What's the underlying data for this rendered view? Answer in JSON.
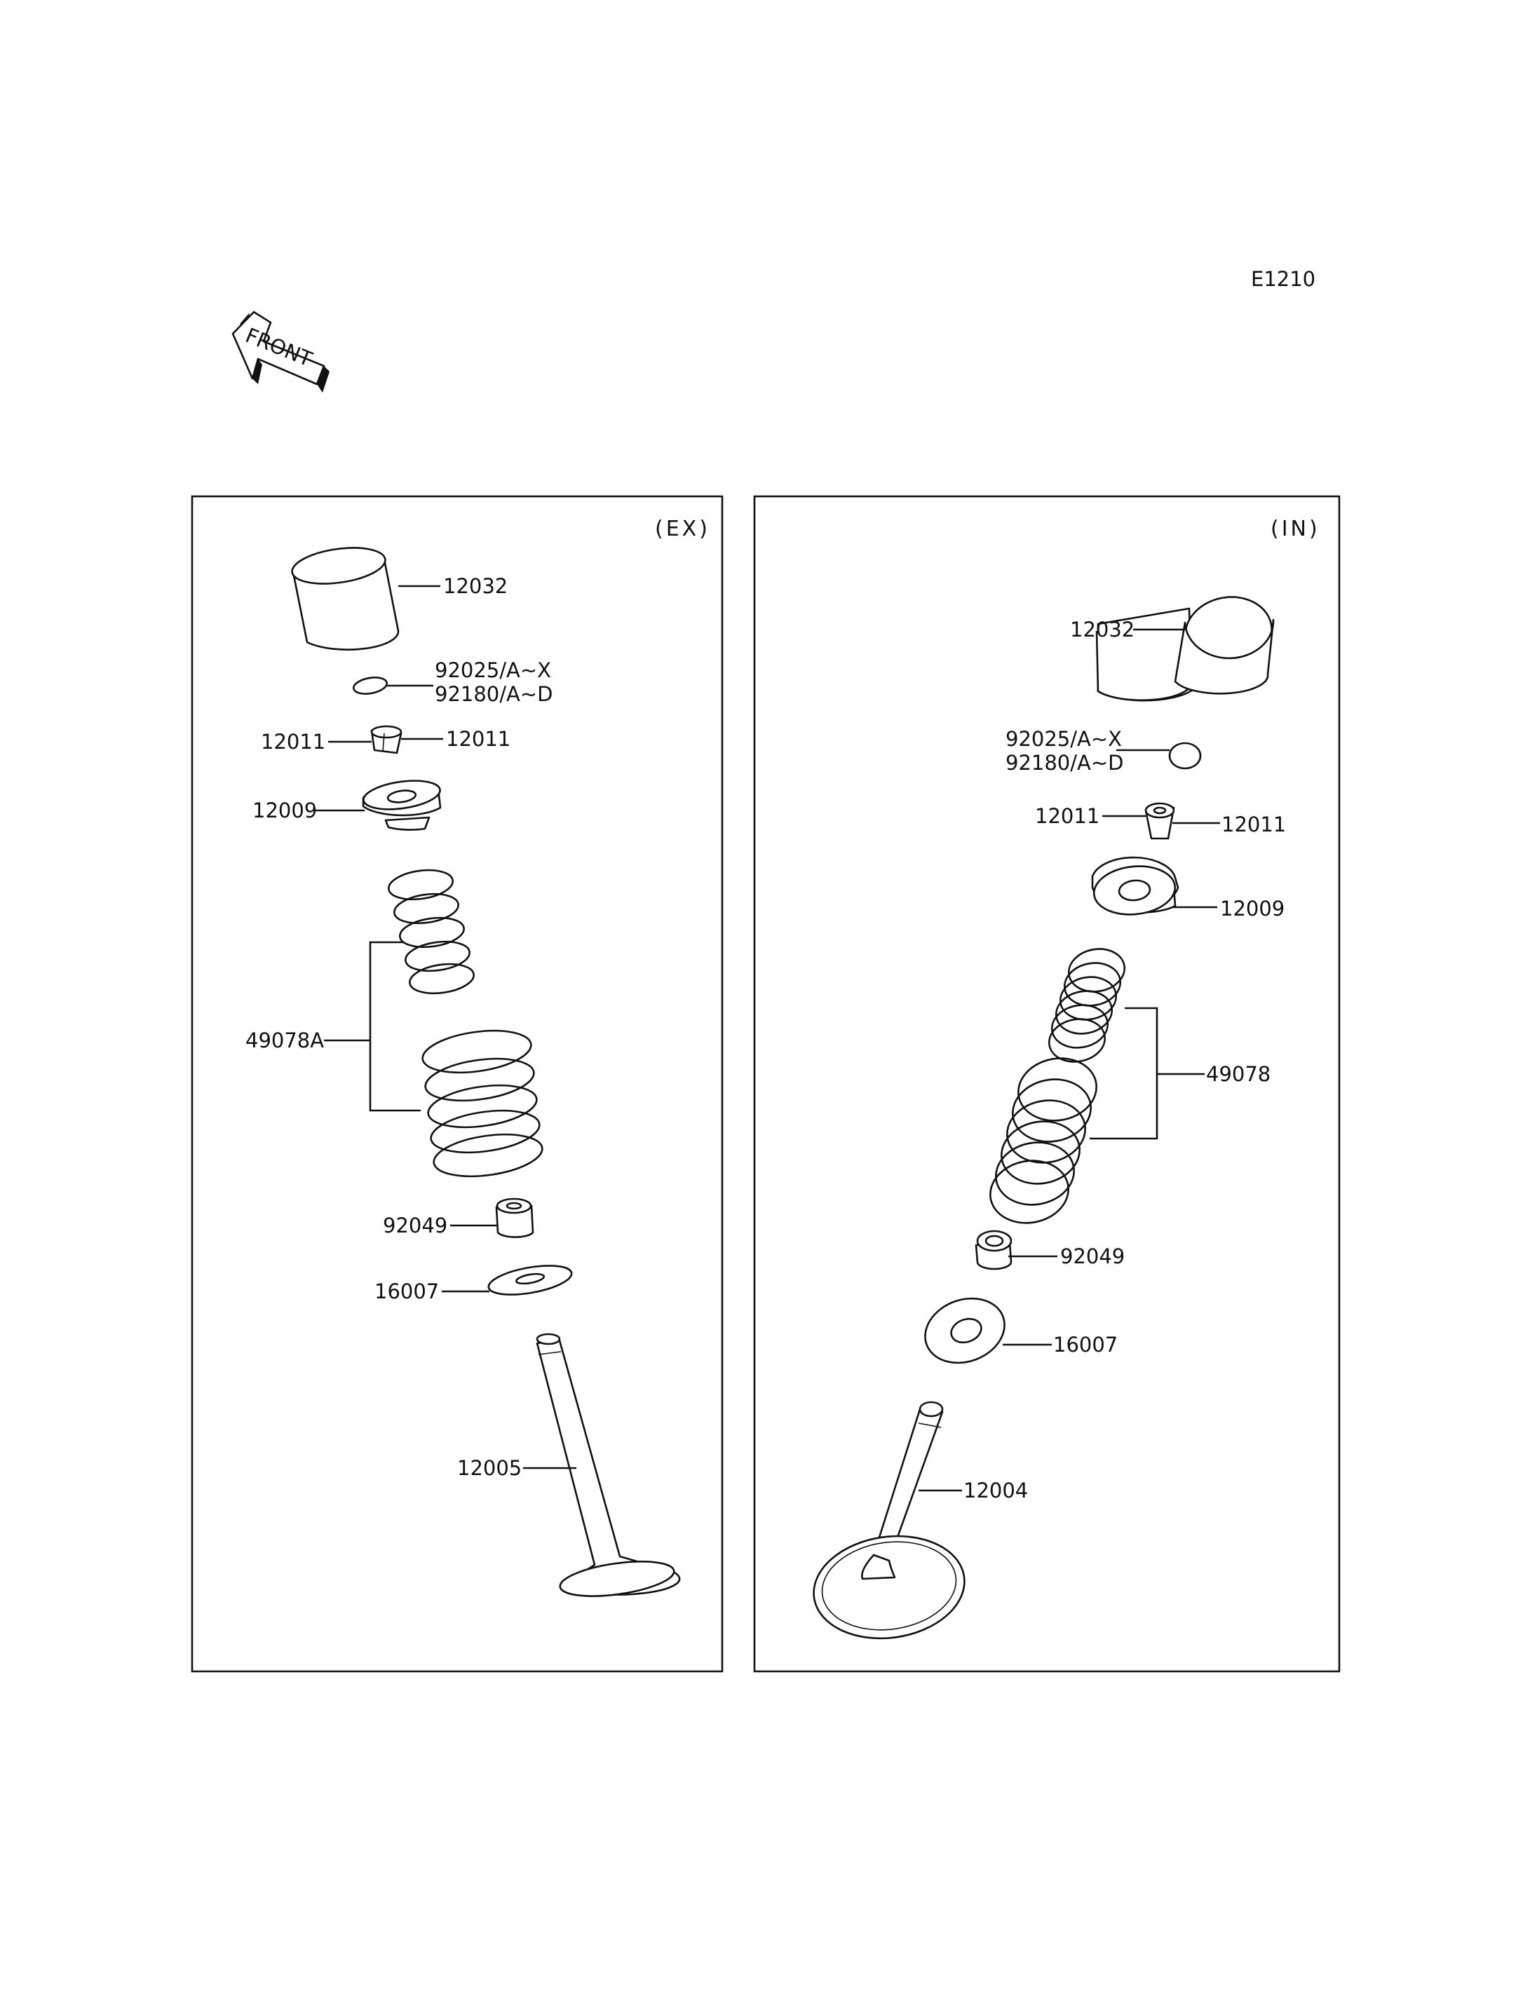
{
  "diagram_id": "E1210",
  "front_label": "FRONT",
  "panels": {
    "ex": {
      "tag": "(EX)",
      "labels": {
        "tappet": "12032",
        "shim_a": "92025/A~X",
        "shim_b": "92180/A~D",
        "keeper_left": "12011",
        "keeper_right": "12011",
        "retainer": "12009",
        "spring": "49078A",
        "seal": "92049",
        "seat": "16007",
        "valve": "12005"
      }
    },
    "in": {
      "tag": "(IN)",
      "labels": {
        "tappet": "12032",
        "shim_a": "92025/A~X",
        "shim_b": "92180/A~D",
        "keeper_left": "12011",
        "keeper_right": "12011",
        "retainer": "12009",
        "spring": "49078",
        "seal": "92049",
        "seat": "16007",
        "valve": "12004"
      }
    }
  }
}
